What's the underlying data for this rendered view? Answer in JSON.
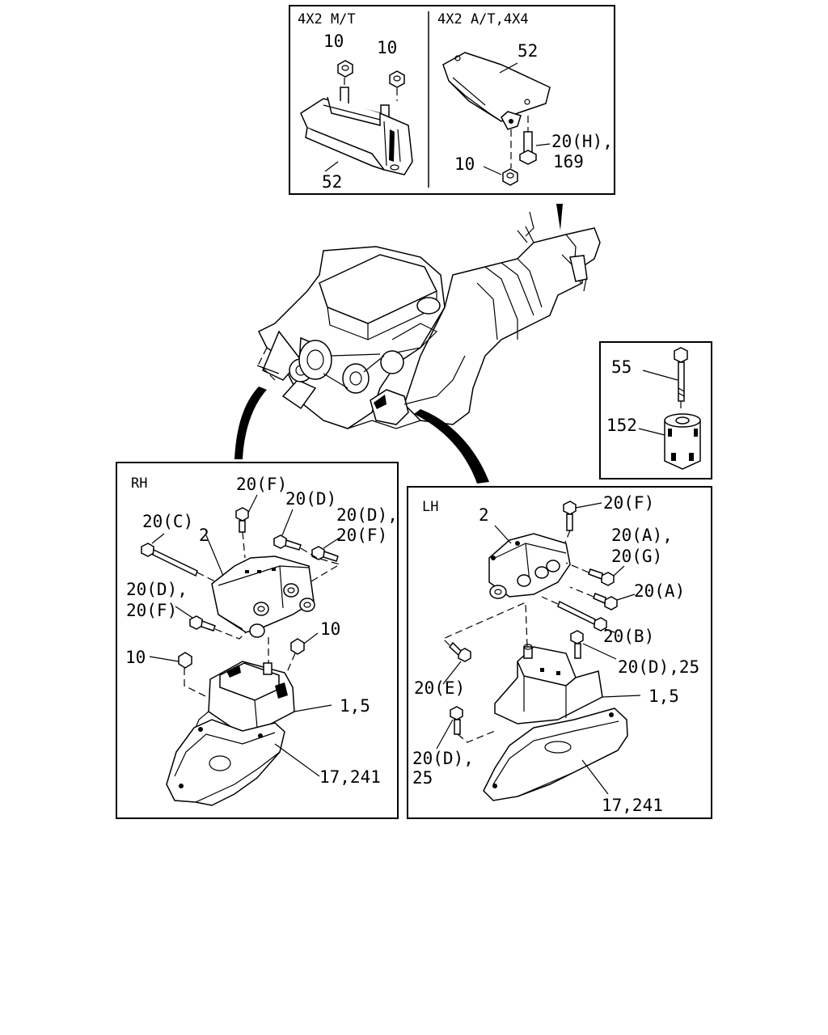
{
  "top_panel": {
    "header_left": "4X2 M/T",
    "header_right": "4X2 A/T,4X4",
    "labels": {
      "nut_a": "10",
      "nut_b": "10",
      "bracket_mt": "52",
      "bracket_at": "52",
      "bolt_h": "20(H),",
      "bolt_169": "169",
      "nut_c": "10"
    }
  },
  "small_panel": {
    "labels": {
      "bolt": "55",
      "damper": "152"
    }
  },
  "rh_panel": {
    "header": "RH",
    "labels": {
      "f_top": "20(F)",
      "d_top": "20(D)",
      "df_1": "20(D),",
      "df_2": "20(F)",
      "c": "20(C)",
      "bracket": "2",
      "df_left_1": "20(D),",
      "df_left_2": "20(F)",
      "nut_right": "10",
      "nut_left": "10",
      "mount": "1,5",
      "plate": "17,241"
    }
  },
  "lh_panel": {
    "header": "LH",
    "labels": {
      "f_top": "20(F)",
      "bracket": "2",
      "ag_1": "20(A),",
      "ag_2": "20(G)",
      "a": "20(A)",
      "b": "20(B)",
      "d25": "20(D),25",
      "e": "20(E)",
      "mount": "1,5",
      "d_1": "20(D),",
      "d_2": "25",
      "plate": "17,241"
    }
  }
}
